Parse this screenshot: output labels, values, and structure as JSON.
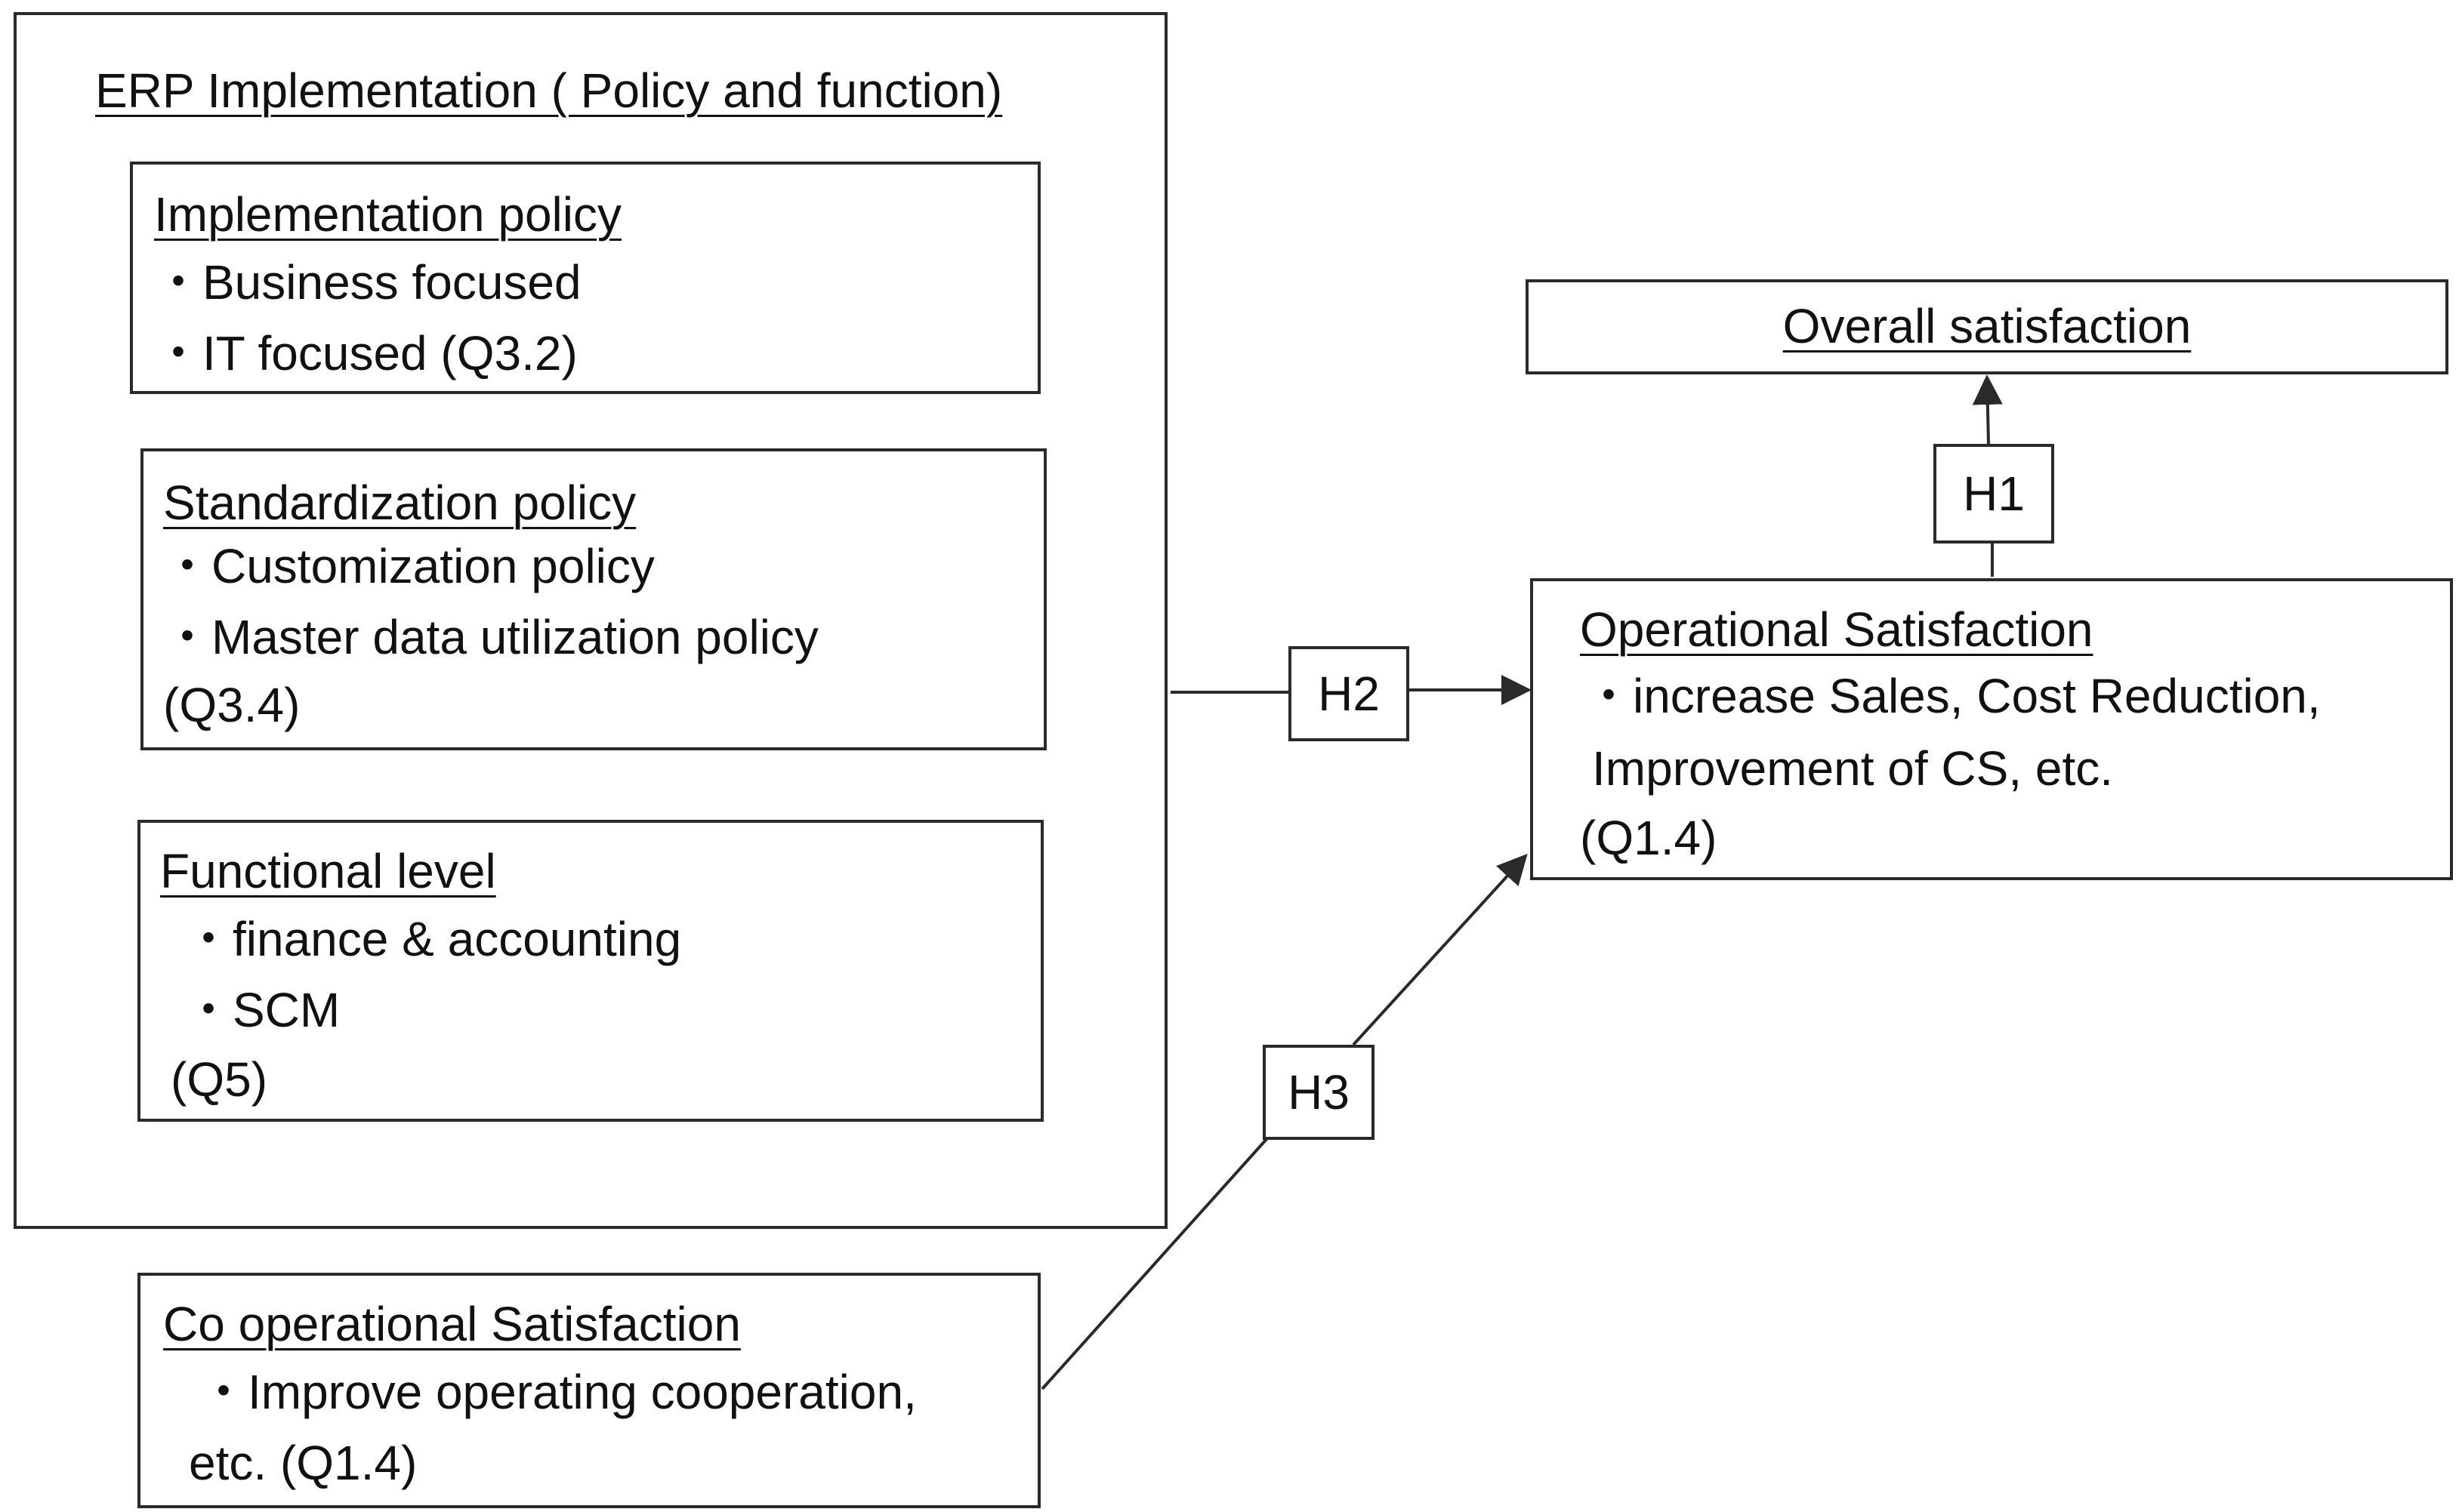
{
  "erp": {
    "title": "ERP Implementation ( Policy and function)",
    "implementation_policy": {
      "heading": "Implementation policy",
      "items": [
        "・Business focused",
        "・IT focused (Q3.2)"
      ]
    },
    "standardization_policy": {
      "heading": "Standardization policy",
      "items": [
        "・Customization policy",
        "・Master data utilization policy"
      ],
      "ref": "(Q3.4)"
    },
    "functional_level": {
      "heading": "Functional level",
      "items": [
        "・finance & accounting",
        "・SCM"
      ],
      "ref": "(Q5)"
    }
  },
  "co_operational": {
    "heading": "Co operational Satisfaction",
    "lines": [
      "・Improve operating cooperation,",
      "etc. (Q1.4)"
    ]
  },
  "overall": {
    "heading": "Overall satisfaction"
  },
  "operational": {
    "heading": "Operational Satisfaction",
    "lines": [
      "・increase Sales, Cost Reduction,",
      "Improvement of CS, etc.",
      "(Q1.4)"
    ]
  },
  "hypotheses": {
    "h1": "H1",
    "h2": "H2",
    "h3": "H3"
  }
}
